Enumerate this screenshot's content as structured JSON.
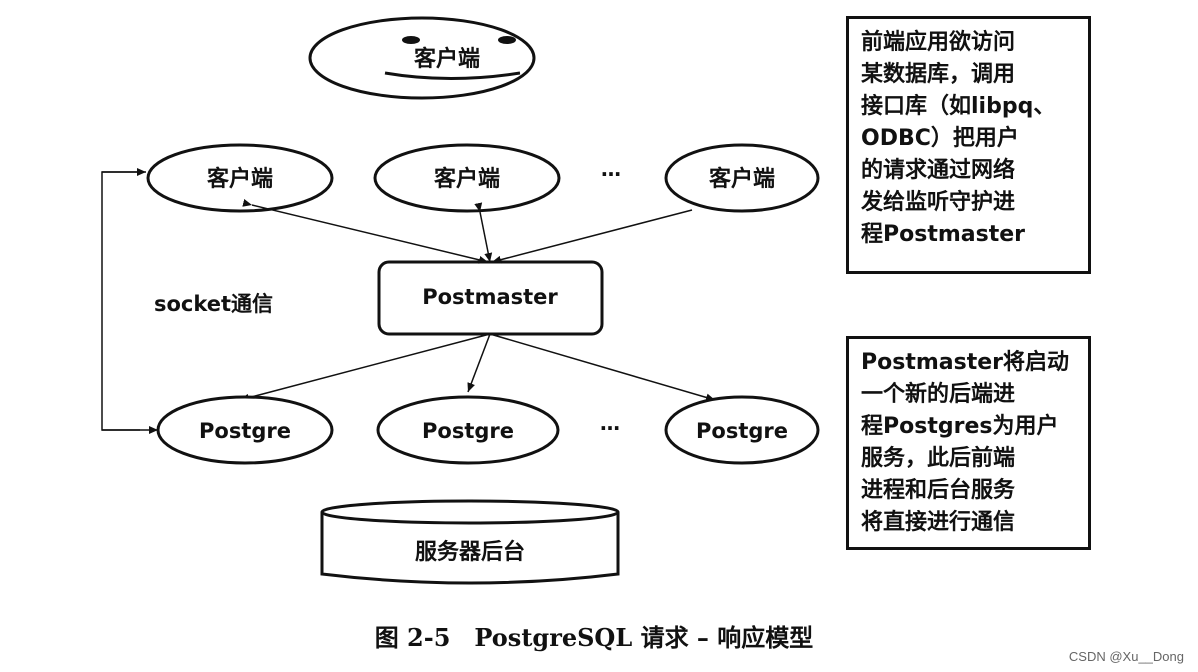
{
  "top_client": {
    "label": "客户端"
  },
  "clients": [
    {
      "label": "客户端"
    },
    {
      "label": "客户端"
    },
    {
      "label": "客户端"
    }
  ],
  "postmaster": {
    "label": "Postmaster"
  },
  "backends": [
    {
      "label": "Postgre"
    },
    {
      "label": "Postgre"
    },
    {
      "label": "Postgre"
    }
  ],
  "ellipsis": "…",
  "socket_label": "socket通信",
  "storage": {
    "label": "服务器后台"
  },
  "notes": {
    "note1": [
      "前端应用欲访问",
      "某数据库，调用",
      "接口库（如libpq、",
      "ODBC）把用户",
      "的请求通过网络",
      "发给监听守护进",
      "程Postmaster"
    ],
    "note2": [
      "Postmaster将启动",
      "一个新的后端进",
      "程Postgres为用户",
      "服务，此后前端",
      "进程和后台服务",
      "将直接进行通信"
    ]
  },
  "caption": "图 2-5　PostgreSQL 请求 – 响应模型",
  "watermark": "CSDN @Xu__Dong"
}
